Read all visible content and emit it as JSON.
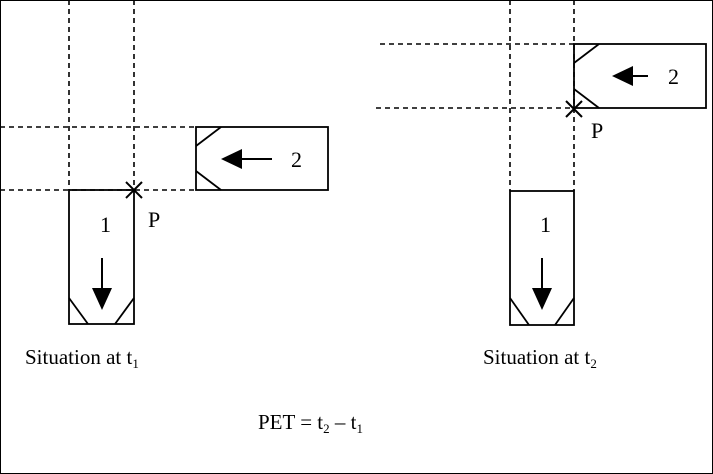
{
  "left_scene": {
    "vehicle_1_label": "1",
    "vehicle_2_label": "2",
    "conflict_point_label": "P",
    "caption": {
      "text": "Situation at t",
      "subscript": "1"
    }
  },
  "right_scene": {
    "vehicle_1_label": "1",
    "vehicle_2_label": "2",
    "conflict_point_label": "P",
    "caption": {
      "text": "Situation at t",
      "subscript": "2"
    }
  },
  "formula": {
    "lhs": "PET = t",
    "sub_a": "2",
    "minus": " – t",
    "sub_b": "1"
  }
}
